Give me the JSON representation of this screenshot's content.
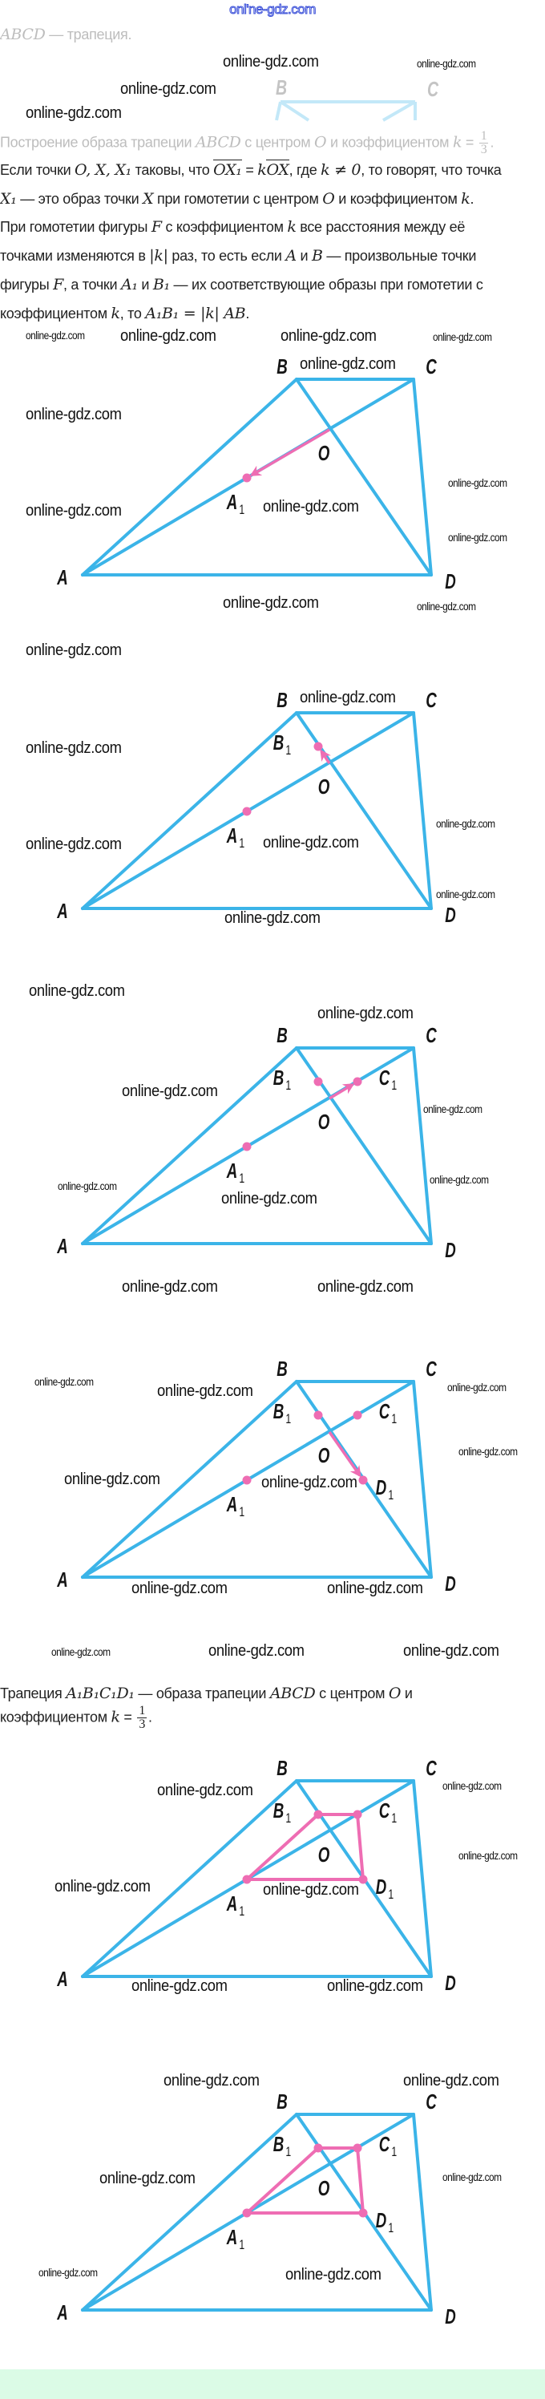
{
  "top_watermark": "onl'ne-gdz.com",
  "watermark": "online-gdz.com",
  "fragment_labels": {
    "B": "B",
    "C": "C"
  },
  "text": {
    "lines": [
      {
        "segs": [
          {
            "m": "ABCD"
          },
          {
            "t": " — трапеция."
          }
        ]
      },
      {
        "segs": [
          {
            "t": "Построение образа трапеции "
          },
          {
            "m": "ABCD"
          },
          {
            "t": " с центром "
          },
          {
            "m": "O"
          },
          {
            "t": " и коэффициентом "
          },
          {
            "m": "k"
          },
          {
            "t": " = "
          },
          {
            "n": "1",
            "d": "3"
          },
          {
            "t": "."
          }
        ]
      },
      {
        "segs": [
          {
            "t": "Если точки "
          },
          {
            "m": "O, X, X₁"
          },
          {
            "t": " таковы, что "
          },
          {
            "v": "OX₁"
          },
          {
            "t": " = "
          },
          {
            "m": "k"
          },
          {
            "v": "OX"
          },
          {
            "t": ", где "
          },
          {
            "m": "k ≠ 0"
          },
          {
            "t": ", то говорят, что точка"
          }
        ]
      },
      {
        "segs": [
          {
            "m": "X₁"
          },
          {
            "t": " — это образ точки "
          },
          {
            "m": "X"
          },
          {
            "t": " при гомотетии с центром "
          },
          {
            "m": "O"
          },
          {
            "t": " и коэффициентом "
          },
          {
            "m": "k"
          },
          {
            "t": "."
          }
        ]
      },
      {
        "segs": [
          {
            "t": "При гомотетии фигуры "
          },
          {
            "m": "F"
          },
          {
            "t": " с коэффициентом "
          },
          {
            "m": "k"
          },
          {
            "t": " все расстояния между её"
          }
        ]
      },
      {
        "segs": [
          {
            "t": "точками изменяются в "
          },
          {
            "m": "|k|"
          },
          {
            "t": " раз, то есть если "
          },
          {
            "m": "A"
          },
          {
            "t": " и "
          },
          {
            "m": "B"
          },
          {
            "t": " — произвольные точки"
          }
        ]
      },
      {
        "segs": [
          {
            "t": "фигуры "
          },
          {
            "m": "F"
          },
          {
            "t": ", а точки "
          },
          {
            "m": "A₁"
          },
          {
            "t": " и "
          },
          {
            "m": "B₁"
          },
          {
            "t": " — их соответствующие образы при гомотетии с"
          }
        ]
      },
      {
        "segs": [
          {
            "t": "коэффициентом "
          },
          {
            "m": "k"
          },
          {
            "t": ", то "
          },
          {
            "m": "A₁B₁ = |k| AB"
          },
          {
            "t": "."
          }
        ]
      },
      {
        "segs": [
          {
            "t": "Трапеция "
          },
          {
            "m": "A₁B₁C₁D₁"
          },
          {
            "t": " — образа трапеции "
          },
          {
            "m": "ABCD"
          },
          {
            "t": " с центром "
          },
          {
            "m": "O"
          },
          {
            "t": " и"
          }
        ]
      },
      {
        "segs": [
          {
            "t": "коэффициентом "
          },
          {
            "m": "k"
          },
          {
            "t": " = "
          },
          {
            "n": "1",
            "d": "3"
          },
          {
            "t": "."
          }
        ]
      }
    ]
  },
  "diagrams": [
    {
      "labels": {
        "A": [
          "A"
        ],
        "B": [
          "B"
        ],
        "C": [
          "C"
        ],
        "D": [
          "D"
        ],
        "O": [
          "O"
        ],
        "A1": [
          "A",
          "1"
        ]
      }
    },
    {
      "labels": {
        "A": [
          "A"
        ],
        "B": [
          "B"
        ],
        "C": [
          "C"
        ],
        "D": [
          "D"
        ],
        "O": [
          "O"
        ],
        "A1": [
          "A",
          "1"
        ],
        "B1": [
          "B",
          "1"
        ]
      }
    },
    {
      "labels": {
        "A": [
          "A"
        ],
        "B": [
          "B"
        ],
        "C": [
          "C"
        ],
        "D": [
          "D"
        ],
        "O": [
          "O"
        ],
        "A1": [
          "A",
          "1"
        ],
        "B1": [
          "B",
          "1"
        ],
        "C1": [
          "C",
          "1"
        ]
      }
    },
    {
      "labels": {
        "A": [
          "A"
        ],
        "B": [
          "B"
        ],
        "C": [
          "C"
        ],
        "D": [
          "D"
        ],
        "O": [
          "O"
        ],
        "A1": [
          "A",
          "1"
        ],
        "B1": [
          "B",
          "1"
        ],
        "C1": [
          "C",
          "1"
        ],
        "D1": [
          "D",
          "1"
        ]
      }
    },
    {
      "labels": {
        "A": [
          "A"
        ],
        "B": [
          "B"
        ],
        "C": [
          "C"
        ],
        "D": [
          "D"
        ],
        "O": [
          "O"
        ],
        "A1": [
          "A",
          "1"
        ],
        "B1": [
          "B",
          "1"
        ],
        "C1": [
          "C",
          "1"
        ],
        "D1": [
          "D",
          "1"
        ]
      }
    },
    {
      "labels": {
        "A": [
          "A"
        ],
        "B": [
          "B"
        ],
        "C": [
          "C"
        ],
        "D": [
          "D"
        ],
        "O": [
          "O"
        ],
        "A1": [
          "A",
          "1"
        ],
        "B1": [
          "B",
          "1"
        ],
        "C1": [
          "C",
          "1"
        ],
        "D1": [
          "D",
          "1"
        ]
      }
    }
  ],
  "colors": {
    "figure": "#3bb4e8",
    "image": "#ee6db3",
    "fragment": "#c3e8f8",
    "footer": "#dbfbe6"
  }
}
